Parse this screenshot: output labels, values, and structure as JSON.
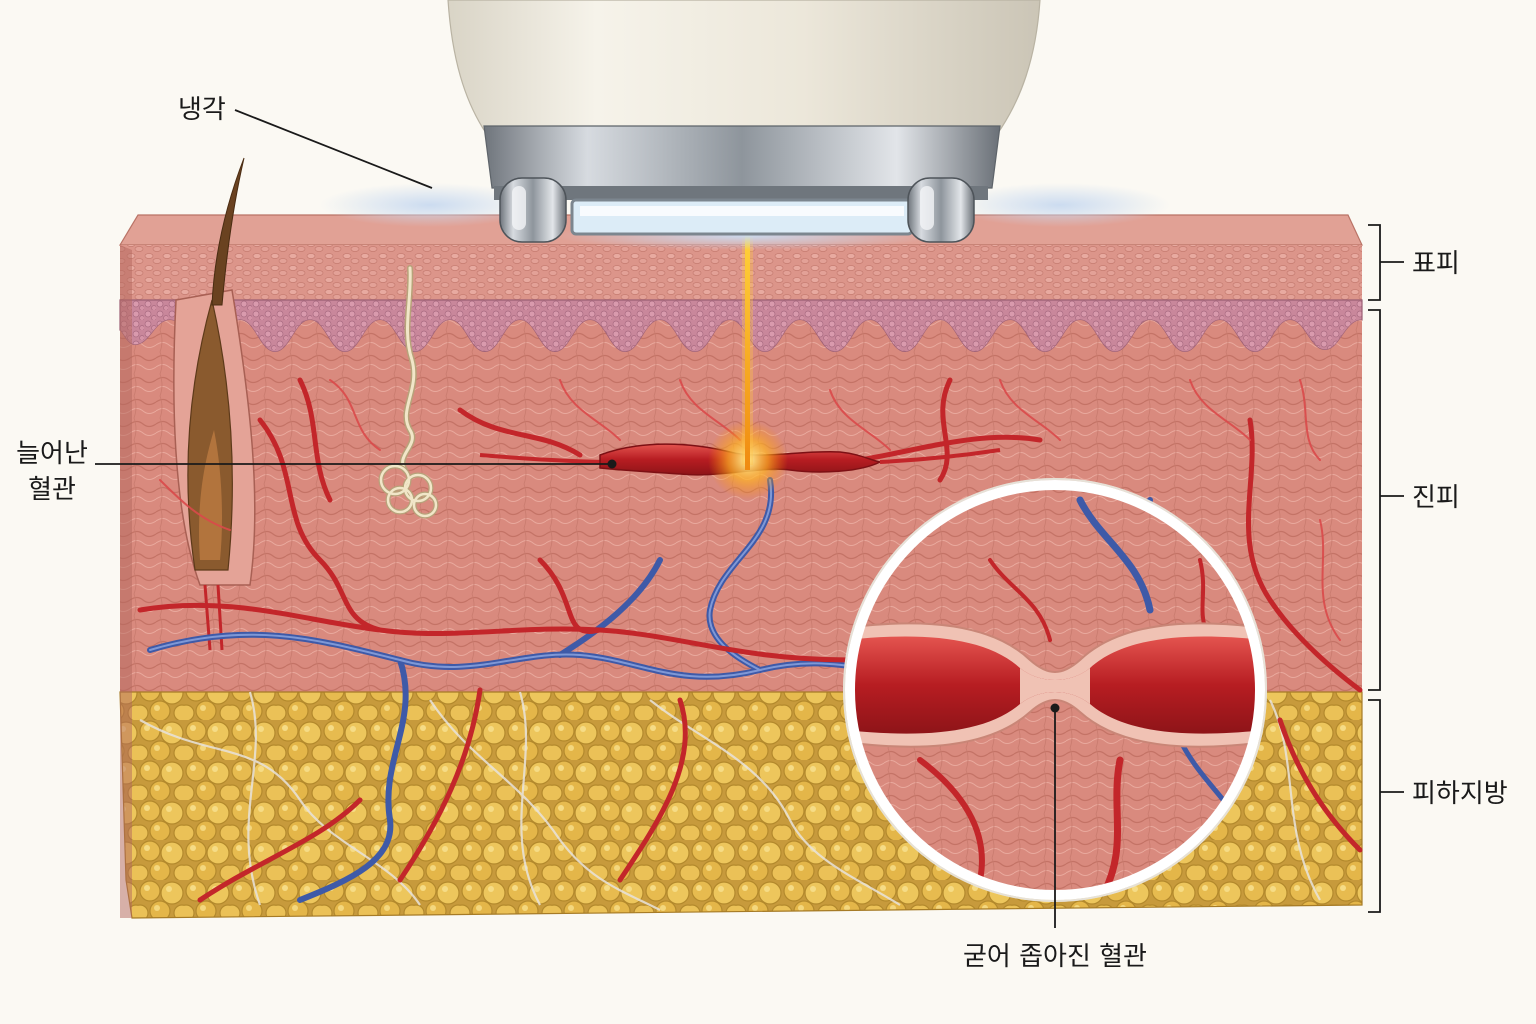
{
  "labels": {
    "cooling": "냉각",
    "dilated_vessel_line1": "늘어난",
    "dilated_vessel_line2": "혈관",
    "constricted_vessel": "굳어 좁아진 혈관",
    "epidermis": "표피",
    "dermis": "진피",
    "subcutaneous_fat": "피하지방"
  },
  "colors": {
    "background": "#fbf9f3",
    "epidermis": "#d98f85",
    "dermis": "#d9877b",
    "fat": "#e2b448",
    "artery": "#c3262a",
    "vein": "#3e5aa8",
    "laser": "#f7a21a",
    "cooling_mist": "#b9cde6",
    "device_body": "#ece8dd",
    "device_metal": "#9aa0a6"
  },
  "icons": {
    "device": "laser-handpiece-icon",
    "hair": "hair-follicle-icon",
    "gland": "sweat-gland-icon",
    "magnifier": "magnified-inset-icon"
  }
}
